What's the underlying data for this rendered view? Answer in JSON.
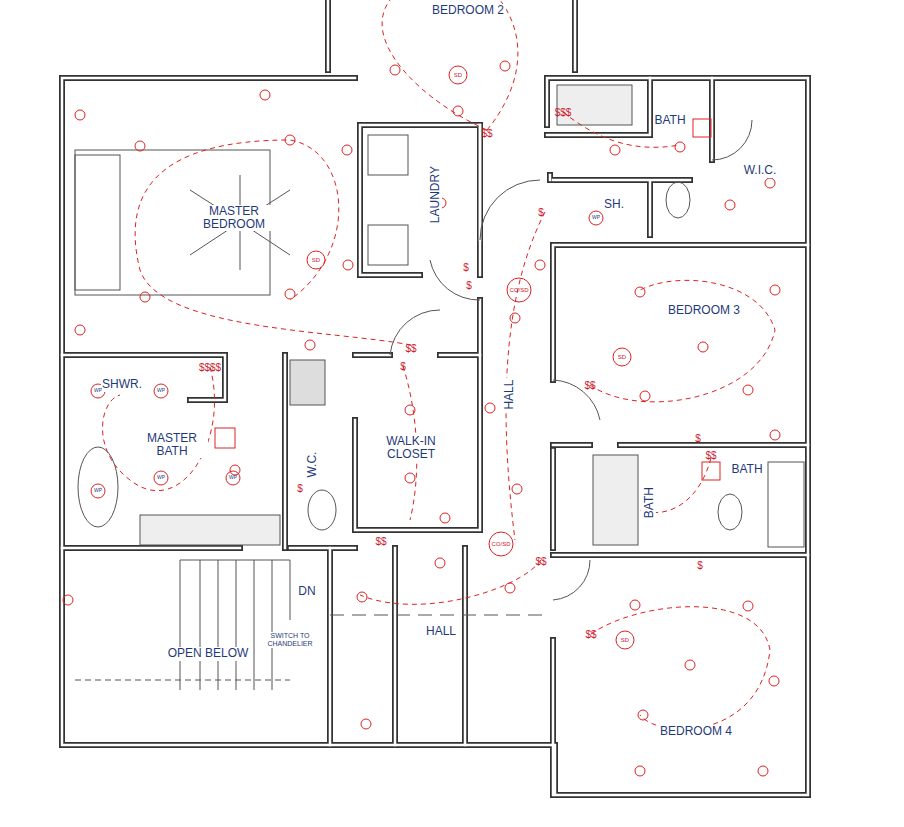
{
  "diagram": {
    "labels": [
      "BEDROOM 2",
      "SD",
      "BATH",
      "W.I.C.",
      "SH.",
      "MASTER BEDROOM",
      "LAUNDRY",
      "SD",
      "CO/SD",
      "BEDROOM 3",
      "SD",
      "HALL",
      "SHWR.",
      "MASTER BATH",
      "WALK-IN CLOSET",
      "W.C.",
      "BATH",
      "BATH",
      "CO/SD",
      "DN",
      "SWITCH TO CHANDELIER",
      "OPEN BELOW",
      "HALL",
      "SD",
      "BEDROOM 4",
      "$$",
      "$$$",
      "$",
      "$",
      "$",
      "$$",
      "$$$$",
      "$",
      "$$",
      "$",
      "$$",
      "$",
      "$$",
      "$$",
      "$",
      "$$",
      "WP",
      "WP",
      "WP",
      "WP",
      "WP",
      "WP"
    ]
  }
}
